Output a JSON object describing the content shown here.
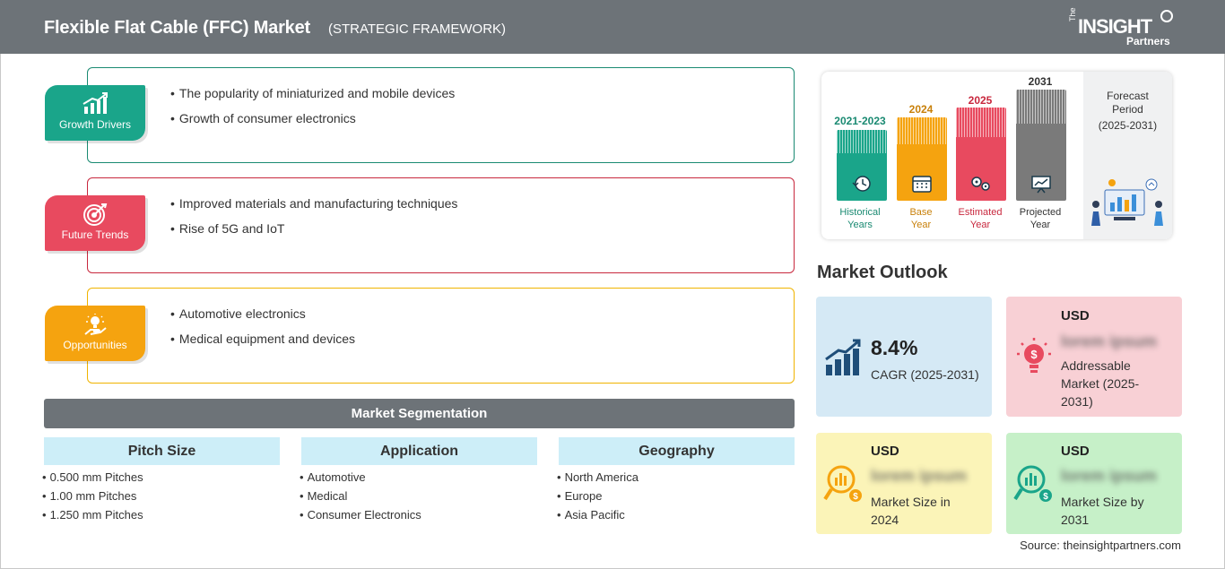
{
  "header": {
    "title": "Flexible Flat Cable (FFC) Market",
    "subtitle": "(STRATEGIC FRAMEWORK)",
    "logo": {
      "the": "The",
      "insight": "INSIGHT",
      "partners": "Partners"
    }
  },
  "drivers": [
    {
      "label": "Growth Drivers",
      "color": "#1aa58a",
      "border": "#1a8a72",
      "icon": "growth-chart-icon",
      "items": [
        "The popularity of miniaturized and mobile devices",
        "Growth of consumer electronics"
      ]
    },
    {
      "label": "Future Trends",
      "color": "#e84a5f",
      "border": "#c8283e",
      "icon": "target-icon",
      "items": [
        "Improved materials and manufacturing techniques",
        "Rise of 5G and IoT"
      ]
    },
    {
      "label": "Opportunities",
      "color": "#f5a30f",
      "border": "#f0b400",
      "icon": "lightbulb-hand-icon",
      "items": [
        "Automotive electronics",
        "Medical equipment and devices"
      ]
    }
  ],
  "segmentation": {
    "title": "Market Segmentation",
    "columns": [
      {
        "heading": "Pitch Size",
        "items": [
          "0.500 mm Pitches",
          "1.00 mm Pitches",
          "1.250 mm Pitches"
        ]
      },
      {
        "heading": "Application",
        "items": [
          "Automotive",
          "Medical",
          "Consumer Electronics"
        ]
      },
      {
        "heading": "Geography",
        "items": [
          "North America",
          "Europe",
          "Asia Pacific"
        ]
      }
    ]
  },
  "timeline": {
    "bars": [
      {
        "year": "2021-2023",
        "label1": "Historical",
        "label2": "Years",
        "color": "#1aa58a",
        "icon": "history-icon"
      },
      {
        "year": "2024",
        "label1": "Base",
        "label2": "Year",
        "color": "#f5a30f",
        "icon": "calendar-icon"
      },
      {
        "year": "2025",
        "label1": "Estimated",
        "label2": "Year",
        "color": "#e84a5f",
        "icon": "gears-icon"
      },
      {
        "year": "2031",
        "label1": "Projected",
        "label2": "Year",
        "color": "#7a7a7a",
        "icon": "presentation-icon"
      }
    ],
    "forecast": {
      "line1": "Forecast",
      "line2": "Period",
      "line3": "(2025-2031)"
    }
  },
  "outlook": {
    "title": "Market Outlook",
    "cagr": {
      "value": "8.4%",
      "label": "CAGR (2025-2031)",
      "bg": "#d5e9f5"
    },
    "addressable": {
      "usd": "USD",
      "value": "lorem ipsum",
      "line1": "Addressable",
      "line2": "Market (2025-",
      "line3": "2031)",
      "bg": "#f8d0d5"
    },
    "size2024": {
      "usd": "USD",
      "value": "lorem ipsum",
      "line1": "Market Size in",
      "line2": "2024",
      "bg": "#fbf4b8"
    },
    "size2031": {
      "usd": "USD",
      "value": "lorem ipsum",
      "line1": "Market Size by",
      "line2": "2031",
      "bg": "#c6f0c8"
    }
  },
  "source": "Source: theinsightpartners.com"
}
